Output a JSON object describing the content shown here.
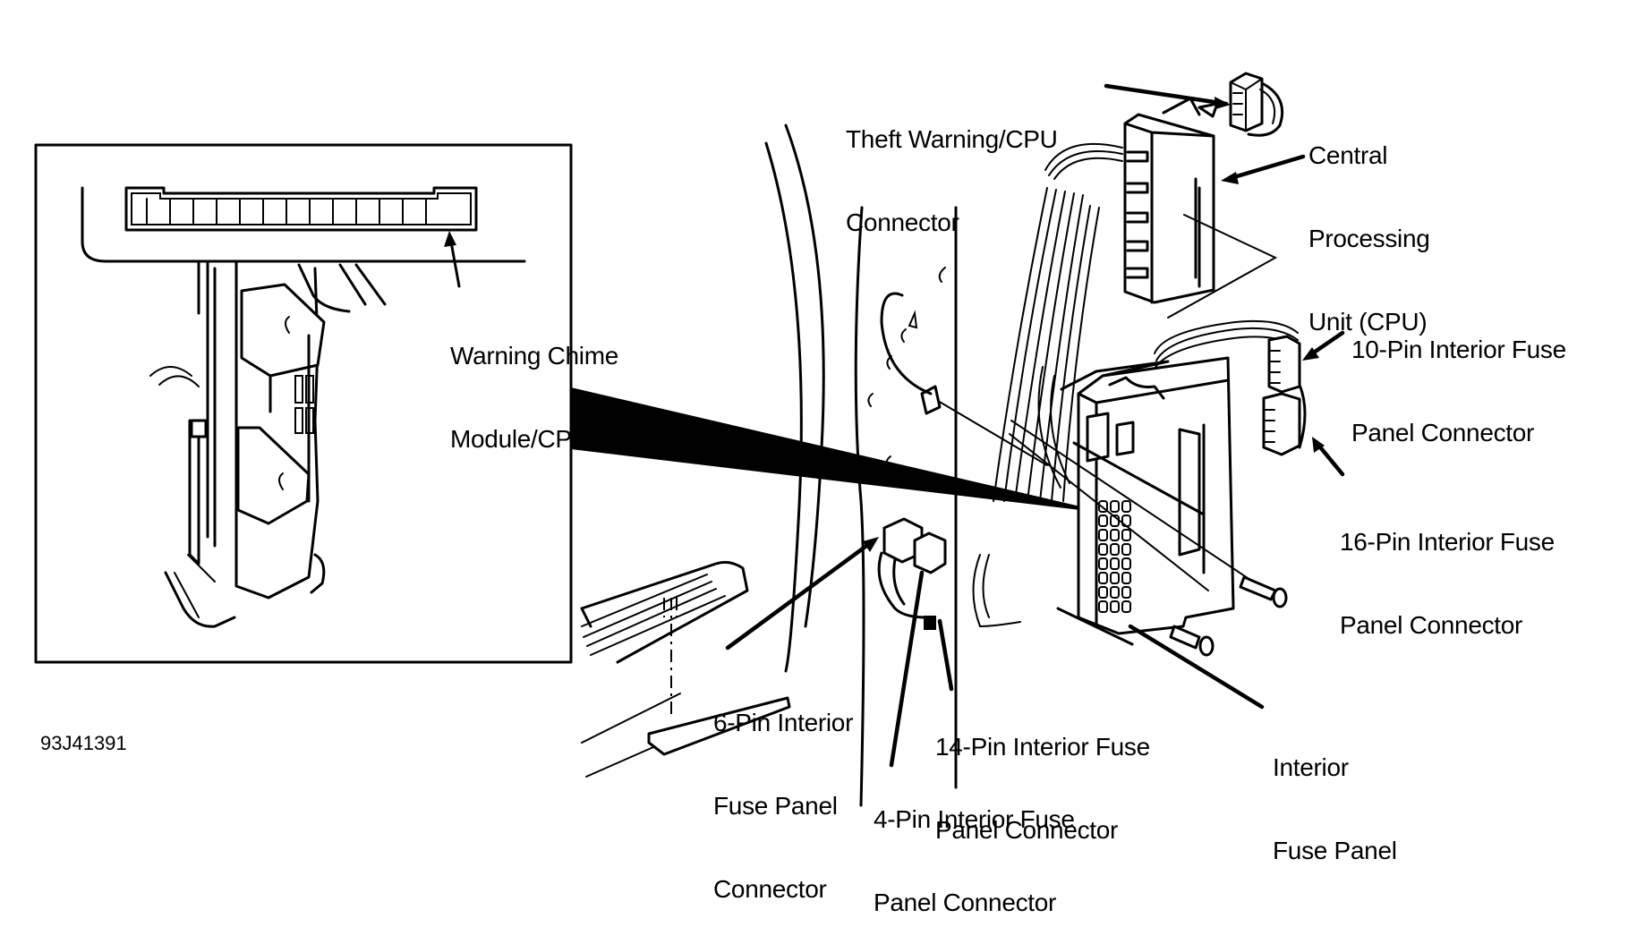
{
  "figure": {
    "id_label": "93J41391",
    "colors": {
      "ink": "#000000",
      "paper": "#ffffff"
    }
  },
  "inset": {
    "label_line1": "Warning Chime",
    "label_line2": "Module/CPU Connector"
  },
  "labels": {
    "theft_warning": {
      "line1": "Theft Warning/CPU",
      "line2": "Connector"
    },
    "cpu": {
      "line1": "Central",
      "line2": "Processing",
      "line3": "Unit (CPU)"
    },
    "pin10": {
      "line1": "10-Pin Interior Fuse",
      "line2": "Panel Connector"
    },
    "pin16": {
      "line1": "16-Pin Interior Fuse",
      "line2": "Panel Connector"
    },
    "pin6": {
      "line1": "6-Pin Interior",
      "line2": "Fuse Panel",
      "line3": "Connector"
    },
    "pin14": {
      "line1": "14-Pin Interior Fuse",
      "line2": "Panel Connector"
    },
    "pin4": {
      "line1": "4-Pin Interior Fuse",
      "line2": "Panel Connector"
    },
    "fuse_panel": {
      "line1": "Interior",
      "line2": "Fuse Panel"
    }
  }
}
